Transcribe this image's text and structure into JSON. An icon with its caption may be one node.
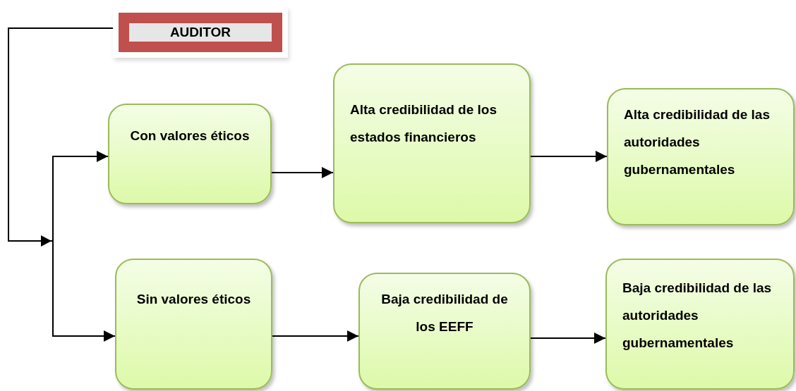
{
  "diagram": {
    "nodes": [
      {
        "text": [
          "AUDITOR"
        ]
      },
      {
        "text": [
          "Con valores éticos"
        ]
      },
      {
        "text": [
          "Alta credibilidad de los estados financieros"
        ]
      },
      {
        "text": [
          "Alta credibilidad de las autoridades gubernamentales"
        ]
      },
      {
        "text": [
          "Sin valores éticos"
        ]
      },
      {
        "text": [
          "Baja credibilidad de los EEFF"
        ]
      },
      {
        "text": [
          "Baja credibilidad de las autoridades gubernamentales"
        ]
      }
    ],
    "edges": [
      {
        "from": 0,
        "to": 1,
        "arrow": "to"
      },
      {
        "from": 0,
        "to": 4,
        "arrow": "to"
      },
      {
        "from": 1,
        "to": 2,
        "arrow": "to"
      },
      {
        "from": 2,
        "to": 3,
        "arrow": "to"
      },
      {
        "from": 4,
        "to": 5,
        "arrow": "to"
      },
      {
        "from": 5,
        "to": 6,
        "arrow": "to"
      }
    ]
  }
}
